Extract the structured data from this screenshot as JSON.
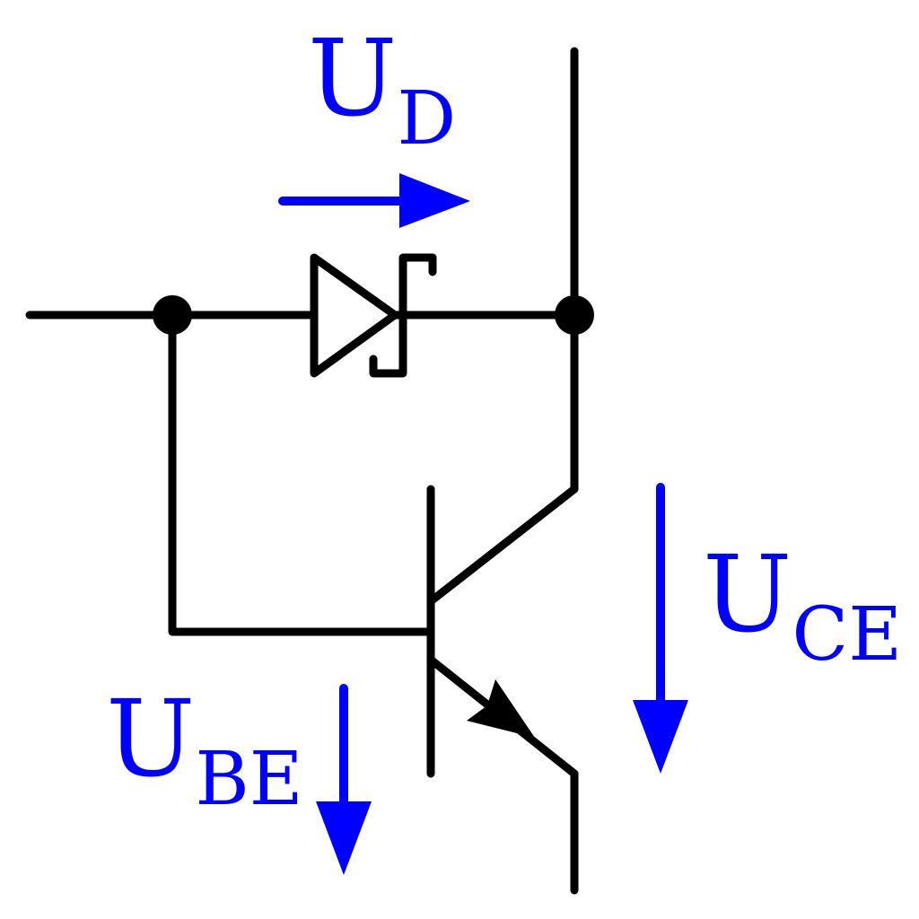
{
  "colors": {
    "wire": "#000000",
    "annotation": "#0000ff",
    "background": "#ffffff"
  },
  "labels": {
    "ud": {
      "main": "U",
      "sub": "D"
    },
    "uce": {
      "main": "U",
      "sub": "CE"
    },
    "ube": {
      "main": "U",
      "sub": "BE"
    }
  }
}
